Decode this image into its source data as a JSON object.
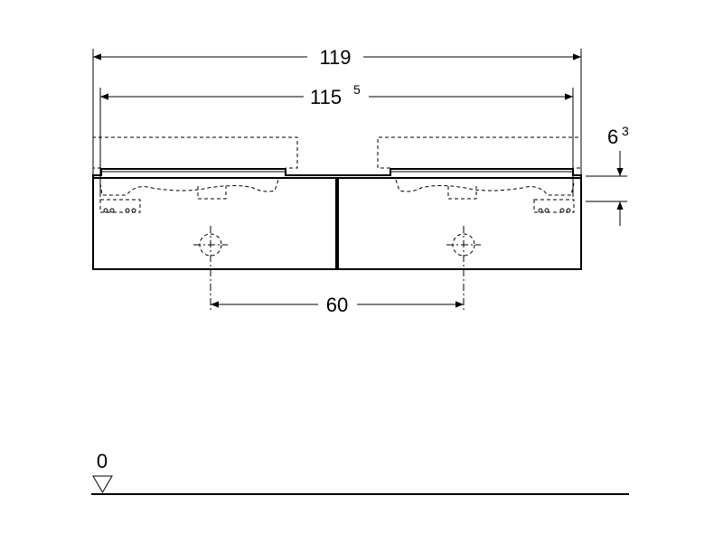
{
  "dimensions": {
    "overall_width": "119",
    "basin_span_main": "115",
    "basin_span_sup": "5",
    "drain_spacing": "60",
    "height_main": "6",
    "height_sup": "3",
    "floor_level": "0"
  }
}
